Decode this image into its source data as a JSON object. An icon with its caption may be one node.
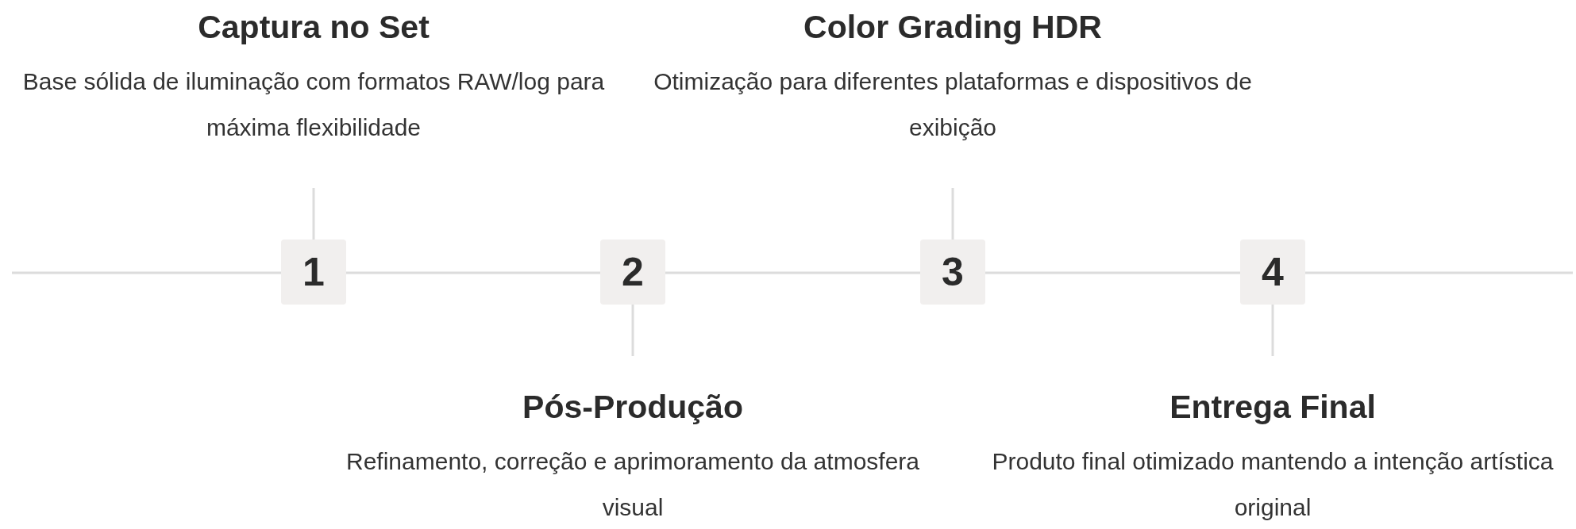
{
  "diagram": {
    "nodes": [
      {
        "text": [
          "1"
        ]
      },
      {
        "text": [
          "Captura no Set",
          "Base sólida de iluminação com formatos RAW/log para máxima flexibilidade"
        ]
      },
      {
        "text": [
          "2"
        ]
      },
      {
        "text": [
          "Pós-Produção",
          "Refinamento, correção e aprimoramento da atmosfera visual"
        ]
      },
      {
        "text": [
          "3"
        ]
      },
      {
        "text": [
          "Color Grading HDR",
          "Otimização para diferentes plataformas e dispositivos de exibição"
        ]
      },
      {
        "text": [
          "4"
        ]
      },
      {
        "text": [
          "Entrega Final",
          "Produto final otimizado mantendo a intenção artística original"
        ]
      }
    ],
    "edges": [
      {
        "from": 0,
        "to": 1,
        "arrow": "none"
      },
      {
        "from": 2,
        "to": 3,
        "arrow": "none"
      },
      {
        "from": 4,
        "to": 5,
        "arrow": "none"
      },
      {
        "from": 6,
        "to": 7,
        "arrow": "none"
      }
    ]
  }
}
